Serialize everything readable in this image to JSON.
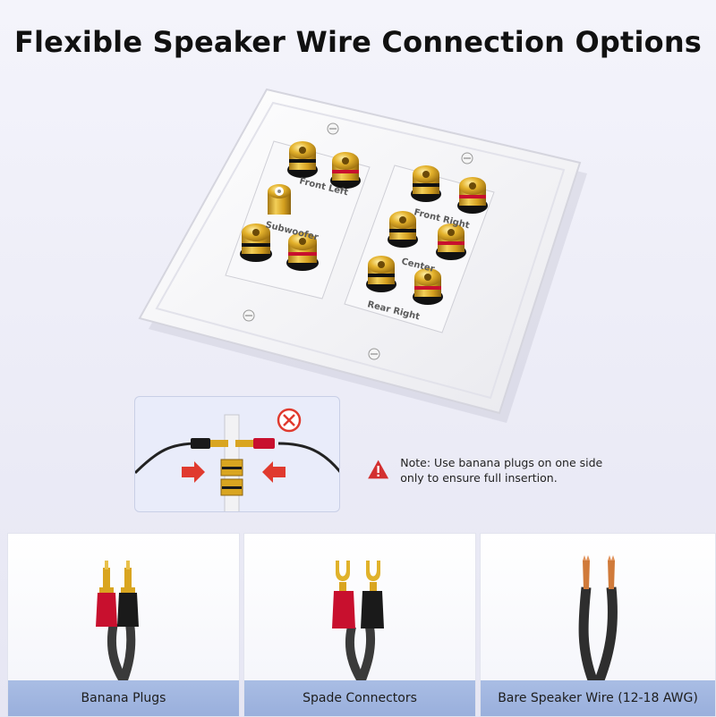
{
  "title": "Flexible Speaker Wire Connection Options",
  "plate": {
    "labels": {
      "front_left": "Front  Left",
      "subwoofer": "Subwoofer",
      "front_right": "Front  Right",
      "center": "Center",
      "rear_right": "Rear Right"
    }
  },
  "note": {
    "text": "Note: Use banana plugs on one side only to ensure full insertion."
  },
  "options": [
    {
      "label": "Banana Plugs"
    },
    {
      "label": "Spade Connectors"
    },
    {
      "label": "Bare Speaker Wire (12-18 AWG)"
    }
  ],
  "colors": {
    "gold": "#d9a520",
    "red": "#c8102e",
    "black": "#1a1a1a",
    "warning": "#d32f2f",
    "label_band": "#a9bde4"
  }
}
